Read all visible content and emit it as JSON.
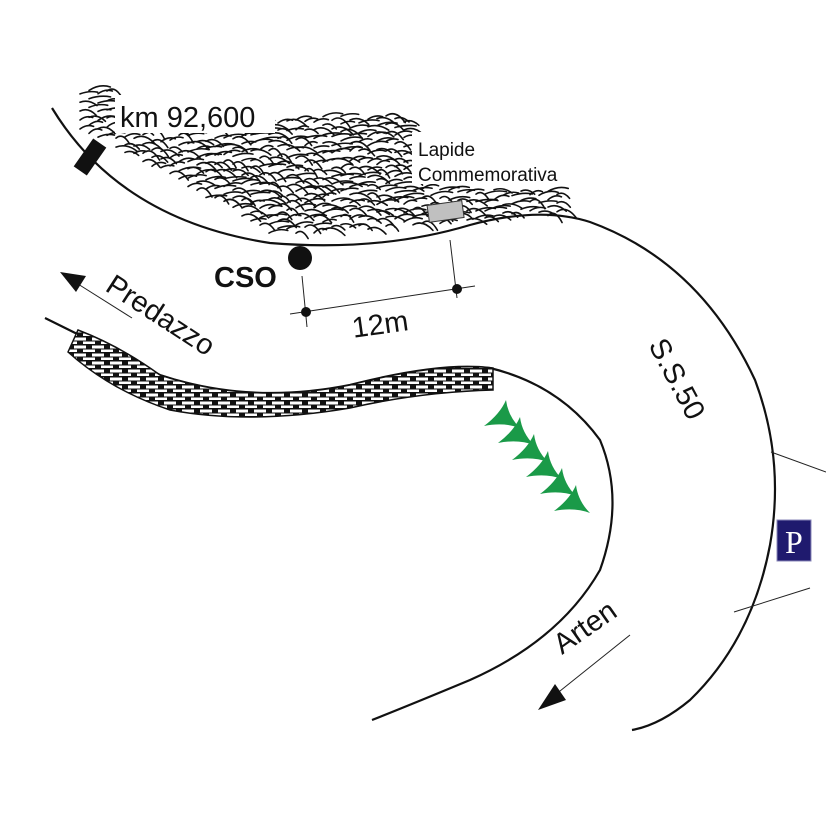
{
  "map": {
    "labels": {
      "km_marker": "km 92,600",
      "memorial_line1": "Lapide",
      "memorial_line2": "Commemorativa",
      "cso": "CSO",
      "distance": "12m",
      "direction_north": "Predazzo",
      "direction_south": "Arten",
      "road_name": "S.S.50",
      "parking": "P"
    },
    "colors": {
      "line": "#111111",
      "memorial_stone": "#c0c0c0",
      "trees": "#1a9a48",
      "parking_bg": "#1f1a6e",
      "parking_fg": "#ffffff",
      "wall": "#111111"
    },
    "tree_count": 6
  }
}
